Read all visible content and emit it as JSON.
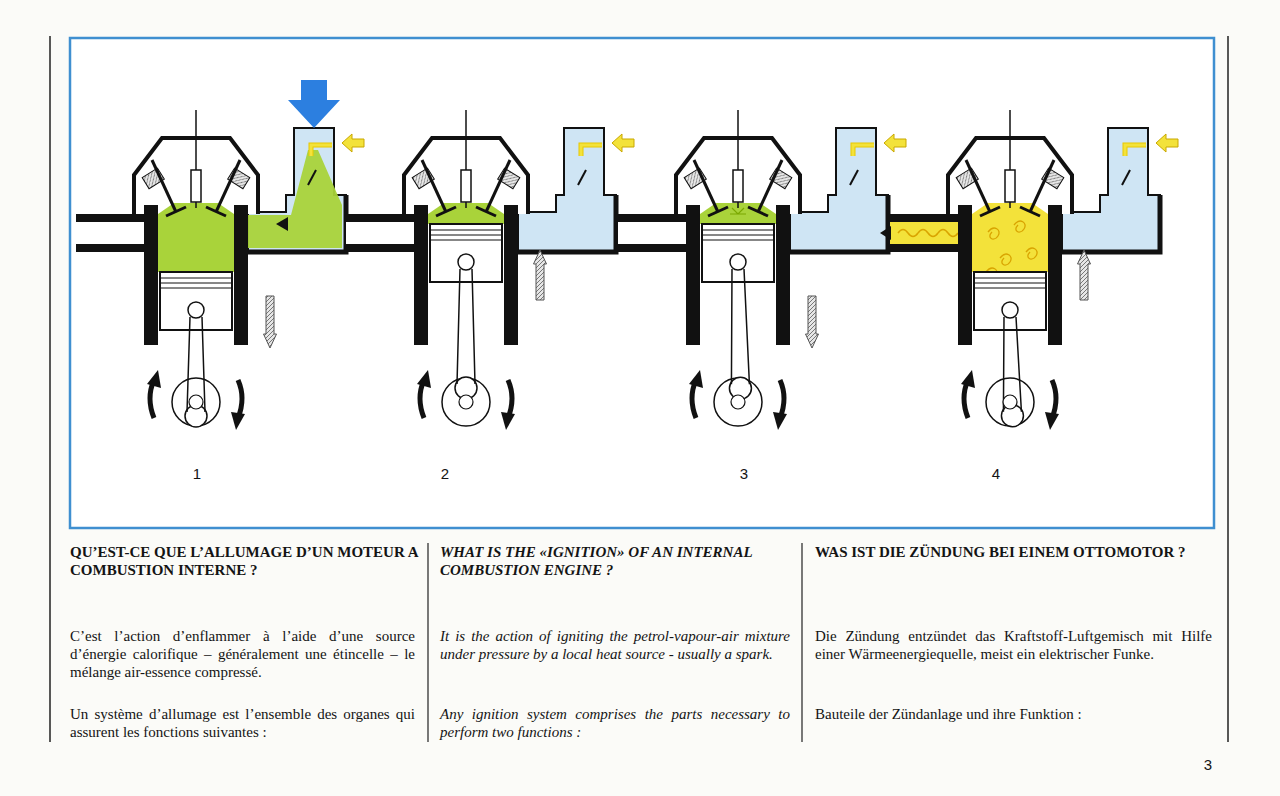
{
  "diagram": {
    "labels": [
      "1",
      "2",
      "3",
      "4",
      "QU’EST-CE QUE L’ALLUMAGE D’UN MOTEUR A COMBUSTION INTERNE ?",
      "WHAT IS THE «IGNITION» OF AN INTERNAL COMBUSTION ENGINE ?",
      "WAS IST DIE ZÜNDUNG BEI EINEM OTTOMOTOR ?",
      "C’est l’action d’enflammer à l’aide d’une source d’énergie calorifique – généralement une étincelle – le mélange air-essence compressé.",
      "It is the action of igniting the petrol-vapour-air mixture under pressure by a local heat source - usually a spark.",
      "Die Zündung entzündet das Kraftstoff-Luftgemisch mit Hilfe einer Wärmeenergiequelle, meist ein elektrischer Funke.",
      "Un système d’allumage est l’ensemble des organes qui assurent les fonctions suivantes :",
      "Any ignition system comprises the parts necessary to perform two functions :",
      "Bauteile der Zündanlage und ihre Funktion :",
      "3"
    ]
  }
}
